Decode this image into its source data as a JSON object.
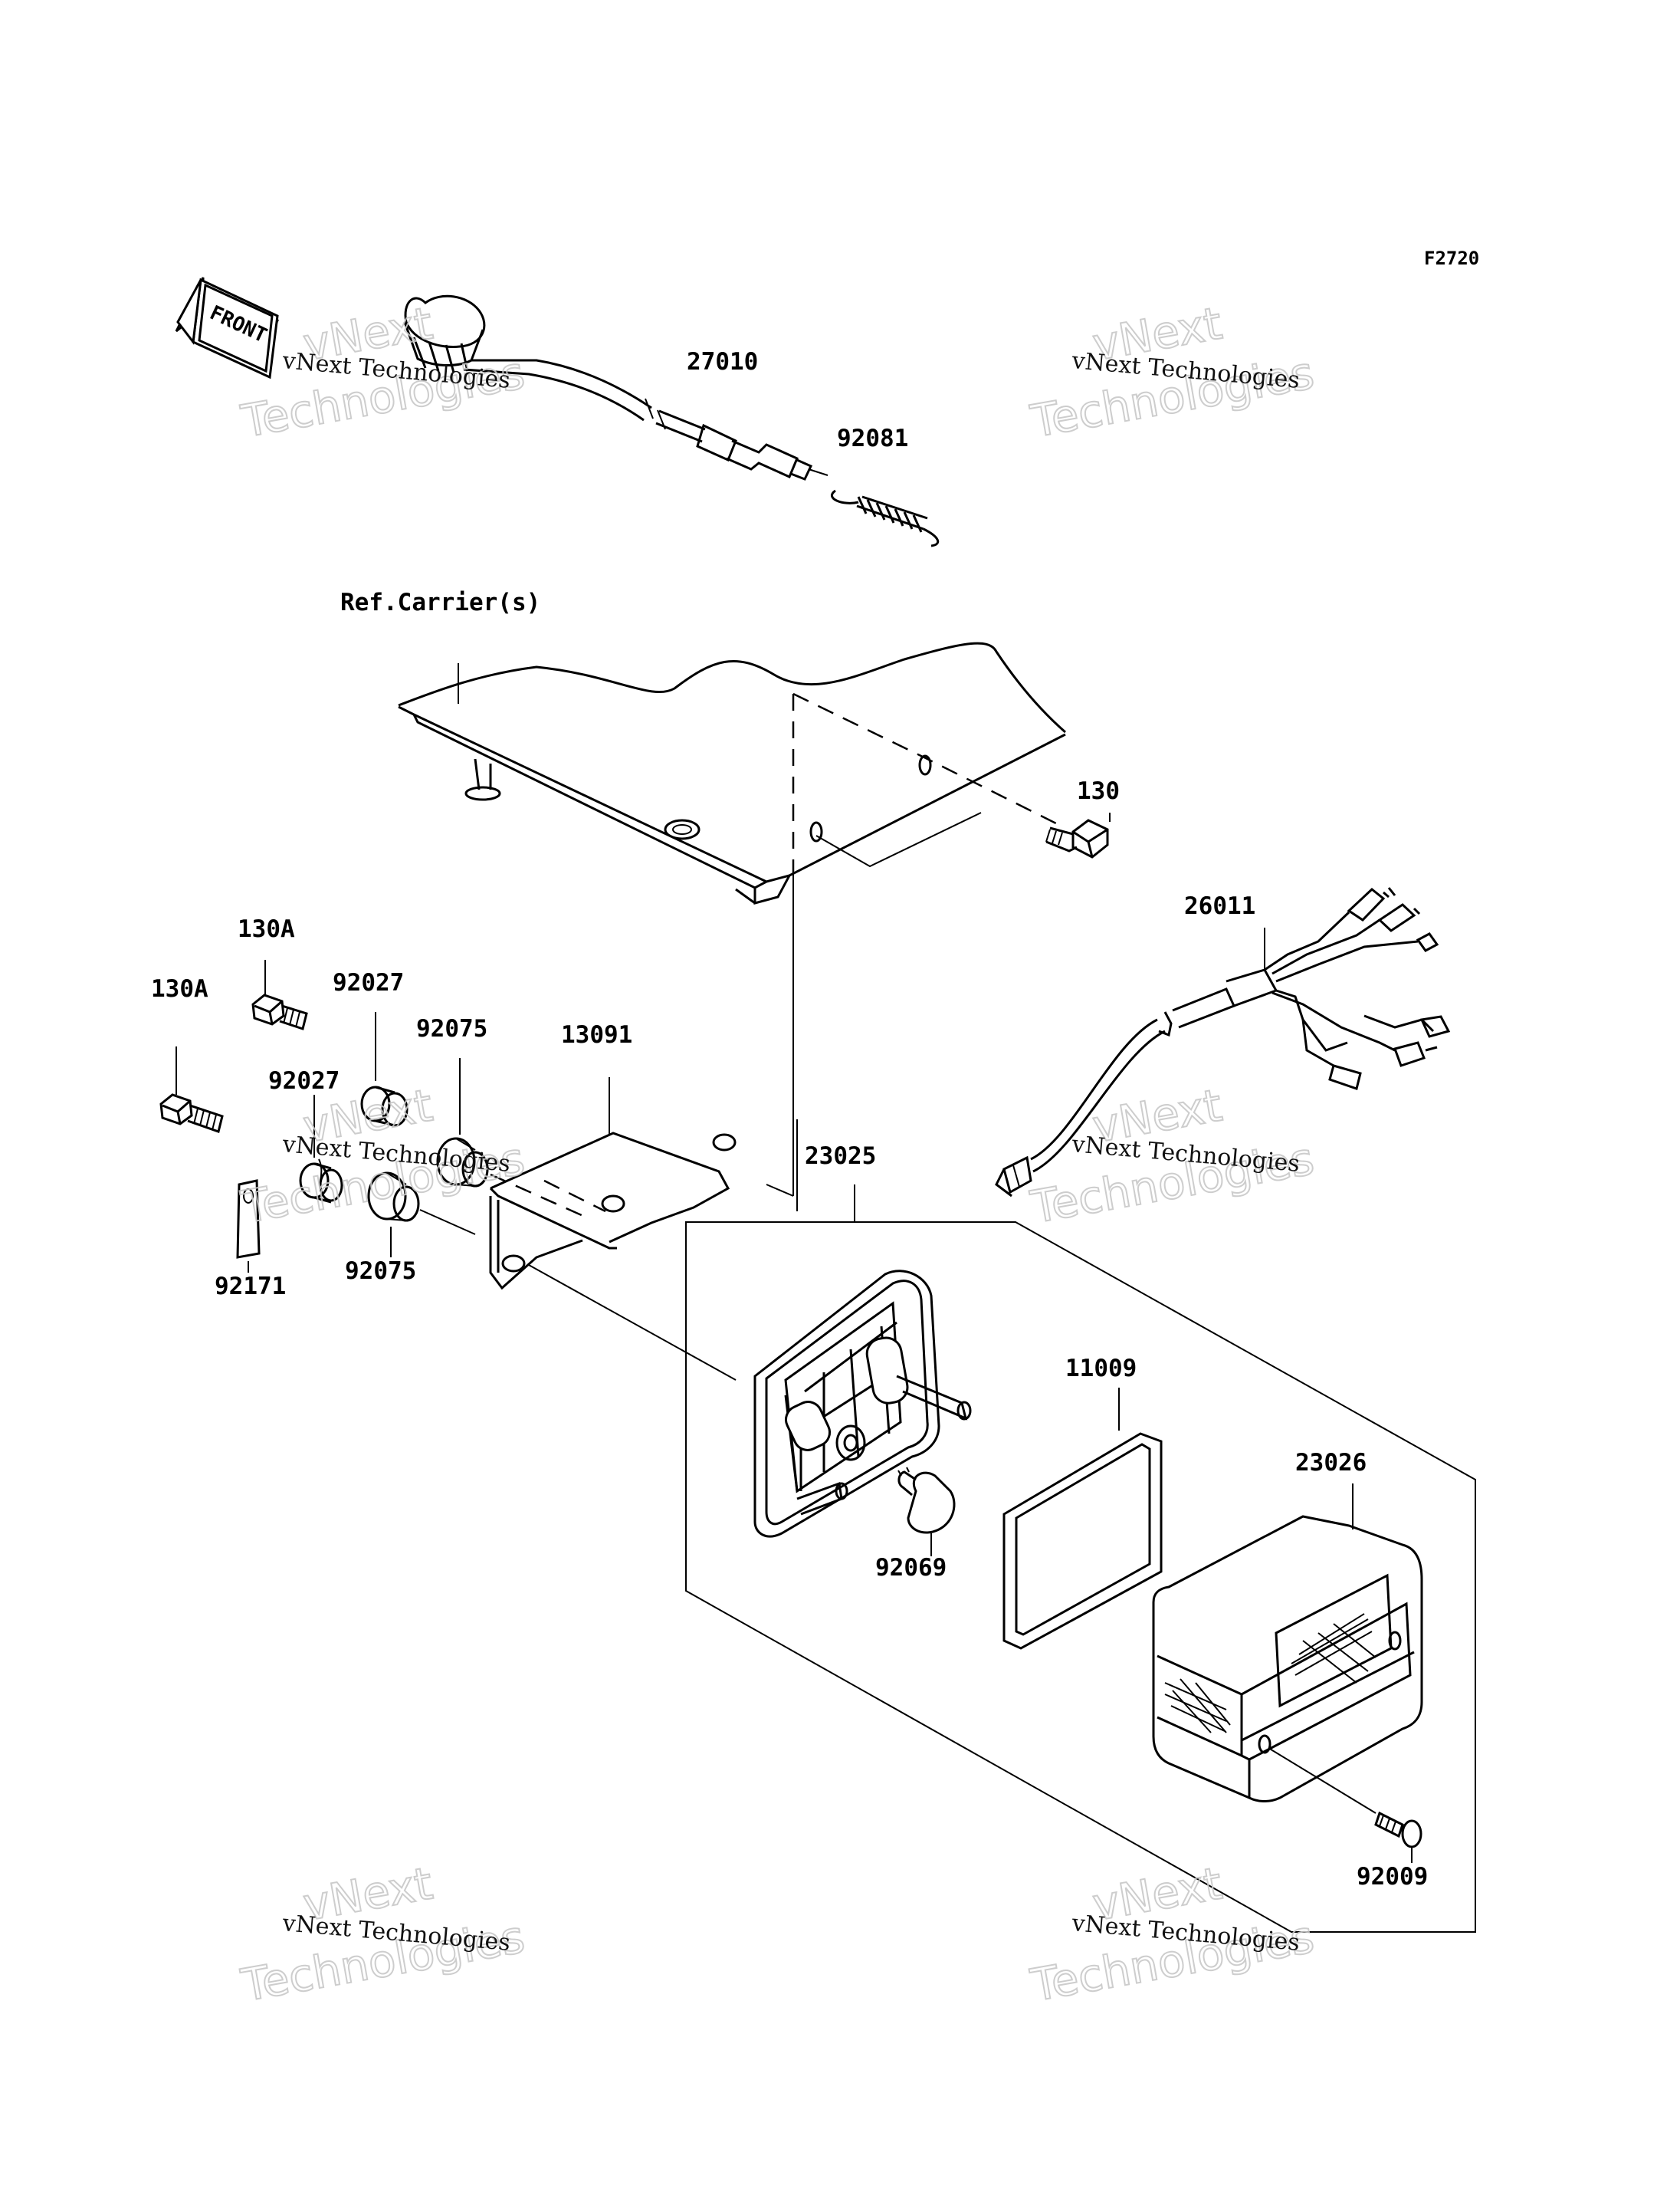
{
  "figure": {
    "id": "F2720",
    "direction_marker": "FRONT",
    "reference_label": "Ref.Carrier(s)"
  },
  "callouts": {
    "c27010": "27010",
    "c92081": "92081",
    "c130": "130",
    "c26011": "26011",
    "c130A_upper": "130A",
    "c130A_lower": "130A",
    "c92027_upper": "92027",
    "c92027_lower": "92027",
    "c92075_upper": "92075",
    "c92075_lower": "92075",
    "c13091": "13091",
    "c92171": "92171",
    "c23025": "23025",
    "c11009": "11009",
    "c23026": "23026",
    "c92069": "92069",
    "c92009": "92009"
  },
  "watermark": {
    "small": "vNext Technologies",
    "large_top": "vNext",
    "large_bottom": "Technologies"
  }
}
